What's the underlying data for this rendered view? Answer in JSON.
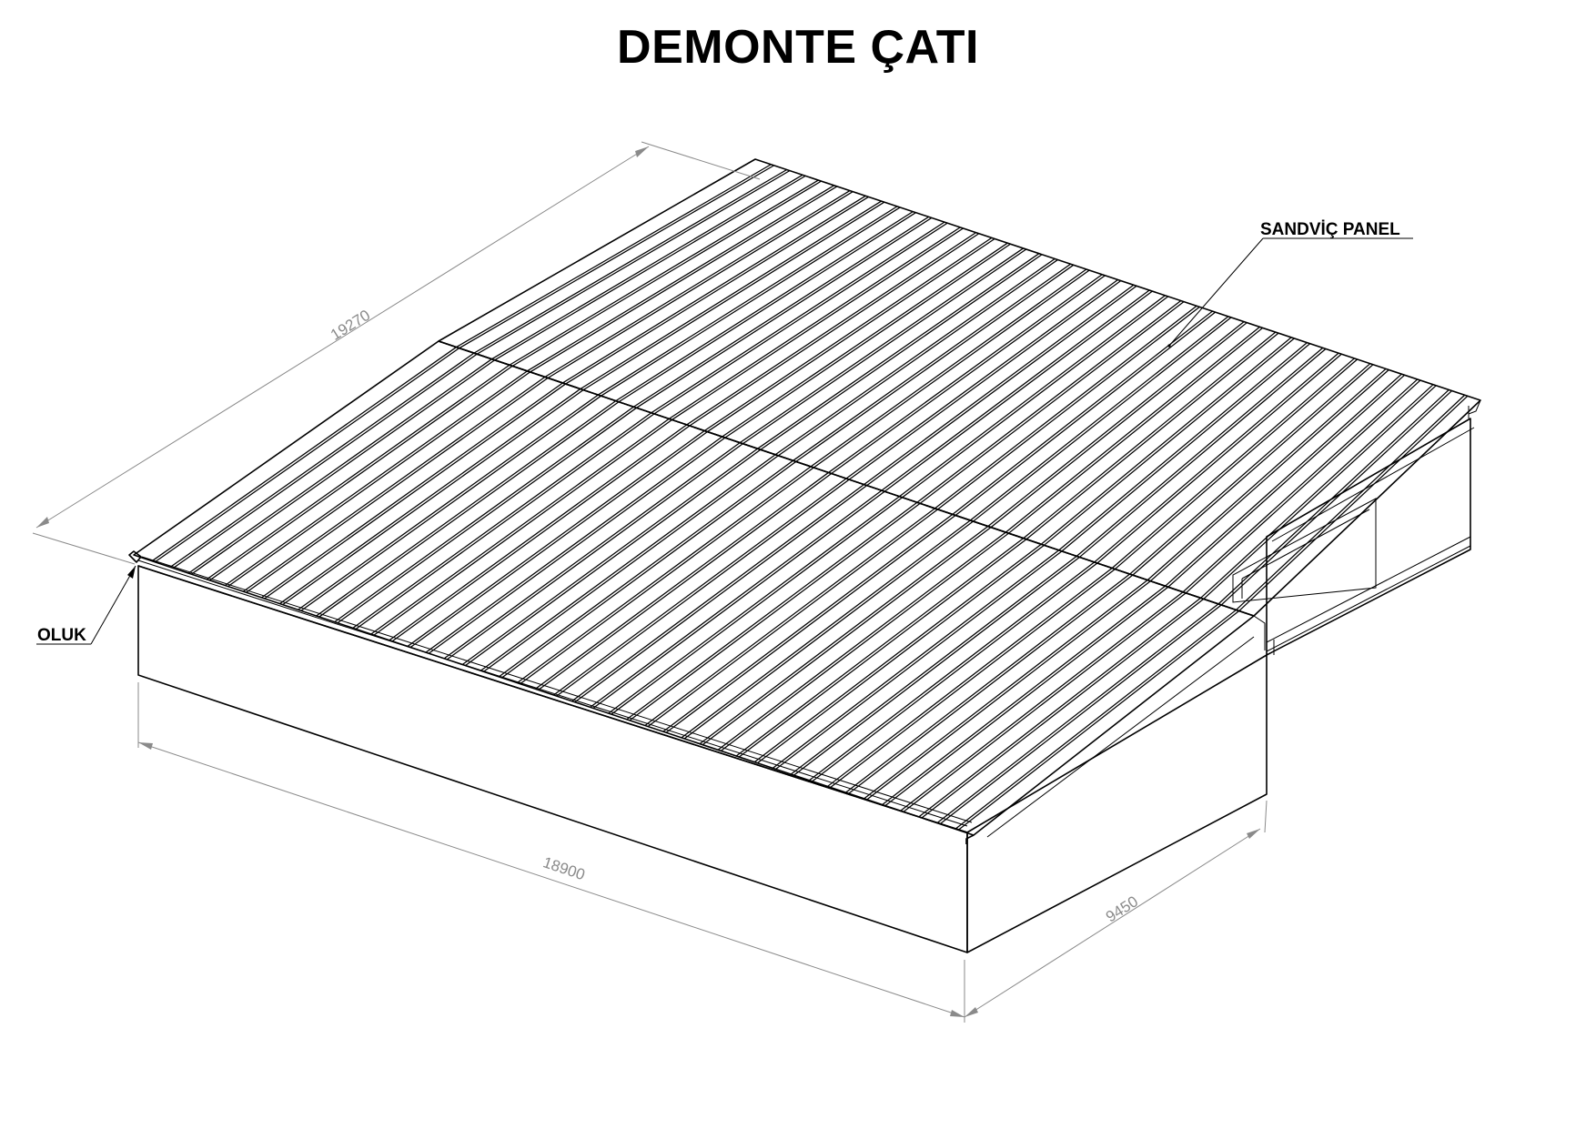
{
  "title": "DEMONTE ÇATI",
  "labels": {
    "sandwich_panel": "SANDVİÇ PANEL",
    "gutter": "OLUK"
  },
  "dimensions": {
    "roof_length": "19270",
    "building_length": "18900",
    "building_width": "9450"
  },
  "colors": {
    "line": "#000000",
    "dimension": "#8a8a8a",
    "background": "#ffffff"
  }
}
